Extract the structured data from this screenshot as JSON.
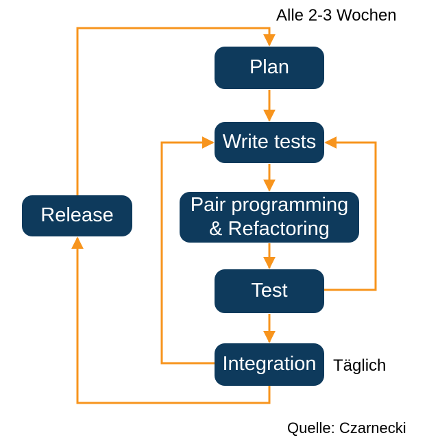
{
  "colors": {
    "background": "#ffffff",
    "node_fill": "#0e3a5c",
    "node_text": "#ffffff",
    "arrow": "#f7941d",
    "label_text": "#000000"
  },
  "diagram": {
    "nodes": [
      {
        "id": "plan",
        "label": "Plan"
      },
      {
        "id": "write-tests",
        "label": "Write tests"
      },
      {
        "id": "pair-programming",
        "lines": [
          "Pair programming",
          "& Refactoring"
        ]
      },
      {
        "id": "test",
        "label": "Test"
      },
      {
        "id": "integration",
        "label": "Integration"
      },
      {
        "id": "release",
        "label": "Release"
      }
    ],
    "edges": [
      {
        "from": "plan",
        "to": "write-tests"
      },
      {
        "from": "write-tests",
        "to": "pair-programming"
      },
      {
        "from": "pair-programming",
        "to": "test"
      },
      {
        "from": "test",
        "to": "integration"
      },
      {
        "from": "test",
        "to": "write-tests"
      },
      {
        "from": "integration",
        "to": "write-tests"
      },
      {
        "from": "integration",
        "to": "release"
      },
      {
        "from": "release",
        "to": "plan"
      }
    ],
    "annotations": {
      "cycle_interval": "Alle 2-3 Wochen",
      "daily_interval": "Täglich",
      "source": "Quelle: Czarnecki"
    }
  }
}
